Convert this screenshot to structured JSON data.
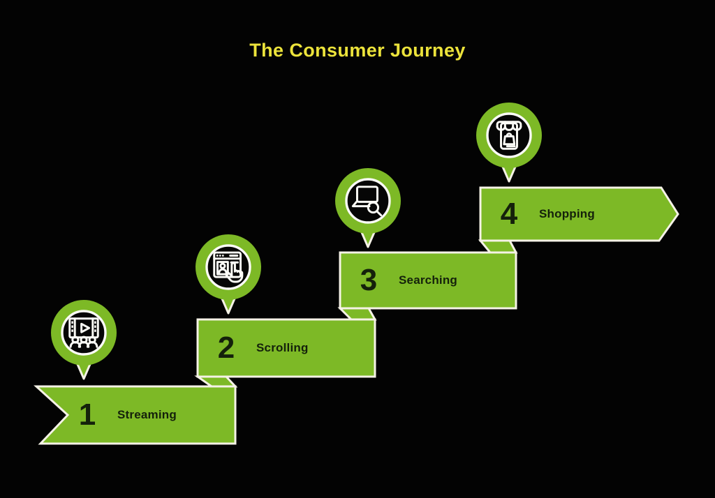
{
  "title": "The Consumer Journey",
  "steps": [
    {
      "number": "1",
      "label": "Streaming",
      "icon": "cinema-audience-icon"
    },
    {
      "number": "2",
      "label": "Scrolling",
      "icon": "browser-tap-icon"
    },
    {
      "number": "3",
      "label": "Searching",
      "icon": "laptop-search-icon"
    },
    {
      "number": "4",
      "label": "Shopping",
      "icon": "mobile-store-icon"
    }
  ],
  "colors": {
    "background": "#030303",
    "green": "#7db926",
    "outline": "#f5f2e6",
    "title_yellow": "#ece33b",
    "text_dark": "#14210b",
    "pin_inner": "#060606",
    "icon_white": "#fbfbf6"
  }
}
